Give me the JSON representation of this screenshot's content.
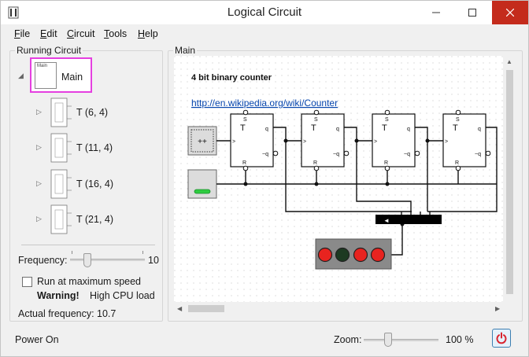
{
  "window": {
    "title": "Logical Circuit"
  },
  "menu": {
    "items": [
      "File",
      "Edit",
      "Circuit",
      "Tools",
      "Help"
    ]
  },
  "left_panel": {
    "title": "Running Circuit",
    "tree": [
      {
        "label": "Main",
        "thumb_label": "Main",
        "selected": true
      },
      {
        "label": "T (6, 4)"
      },
      {
        "label": "T (11, 4)"
      },
      {
        "label": "T (16, 4)"
      },
      {
        "label": "T (21, 4)"
      }
    ],
    "frequency_label": "Frequency:",
    "frequency_value": "10",
    "frequency_fraction": 0.2,
    "run_max_label": "Run at maximum speed",
    "warning_bold": "Warning!",
    "warning_text": "High CPU load",
    "actual_freq_label": "Actual frequency:",
    "actual_freq_value": "10.7"
  },
  "main_panel": {
    "title": "Main",
    "circuit_title": "4 bit binary counter",
    "circuit_link": "http://en.wikipedia.org/wiki/Counter",
    "flipflop": {
      "letter": "T",
      "s": "S",
      "r": "R",
      "q": "q",
      "nq": "~q",
      "clk": ">"
    },
    "button_label": "++",
    "led_colors": [
      "#e8231f",
      "#1d3a22",
      "#e8231f",
      "#e8231f"
    ],
    "bus_arrow": "◄"
  },
  "status": {
    "left_text": "Power On",
    "zoom_label": "Zoom:",
    "zoom_value": "100 %",
    "zoom_fraction": 0.3
  },
  "colors": {
    "selection": "#e53fe0",
    "link": "#0645ad",
    "power": "#d9232e"
  },
  "icons": [
    "app-icon",
    "minimize-icon",
    "maximize-icon",
    "close-icon",
    "expand-arrow-icon",
    "collapse-arrow-icon",
    "power-icon"
  ]
}
